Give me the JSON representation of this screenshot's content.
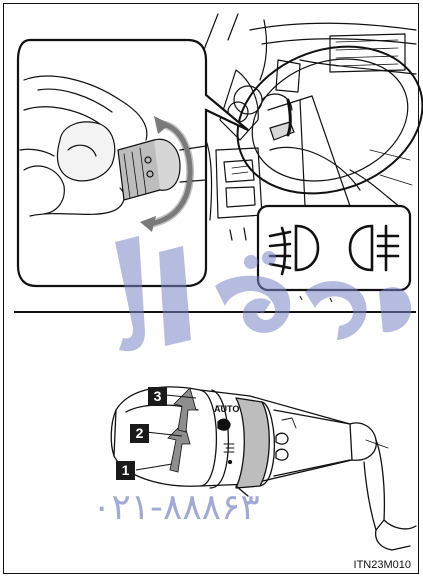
{
  "upper_illustration": {
    "inset_icons": [
      {
        "name": "front-fog-light-icon",
        "glyph": "≢D"
      },
      {
        "name": "rear-fog-light-icon",
        "glyph": "O≢"
      }
    ]
  },
  "lower_illustration": {
    "steps": [
      {
        "id": "step-3",
        "label": "3"
      },
      {
        "id": "step-2",
        "label": "2"
      },
      {
        "id": "step-1",
        "label": "1"
      }
    ],
    "switch_label": "AUTO"
  },
  "watermark": {
    "digits": "۰۲۱-۸۸۸۶۳",
    "color": "#7a86c6"
  },
  "figure_code": "ITN23M010",
  "colors": {
    "line": "#111111",
    "watermark": "#7a86c6",
    "knob_shade": "#bdbdbd"
  }
}
